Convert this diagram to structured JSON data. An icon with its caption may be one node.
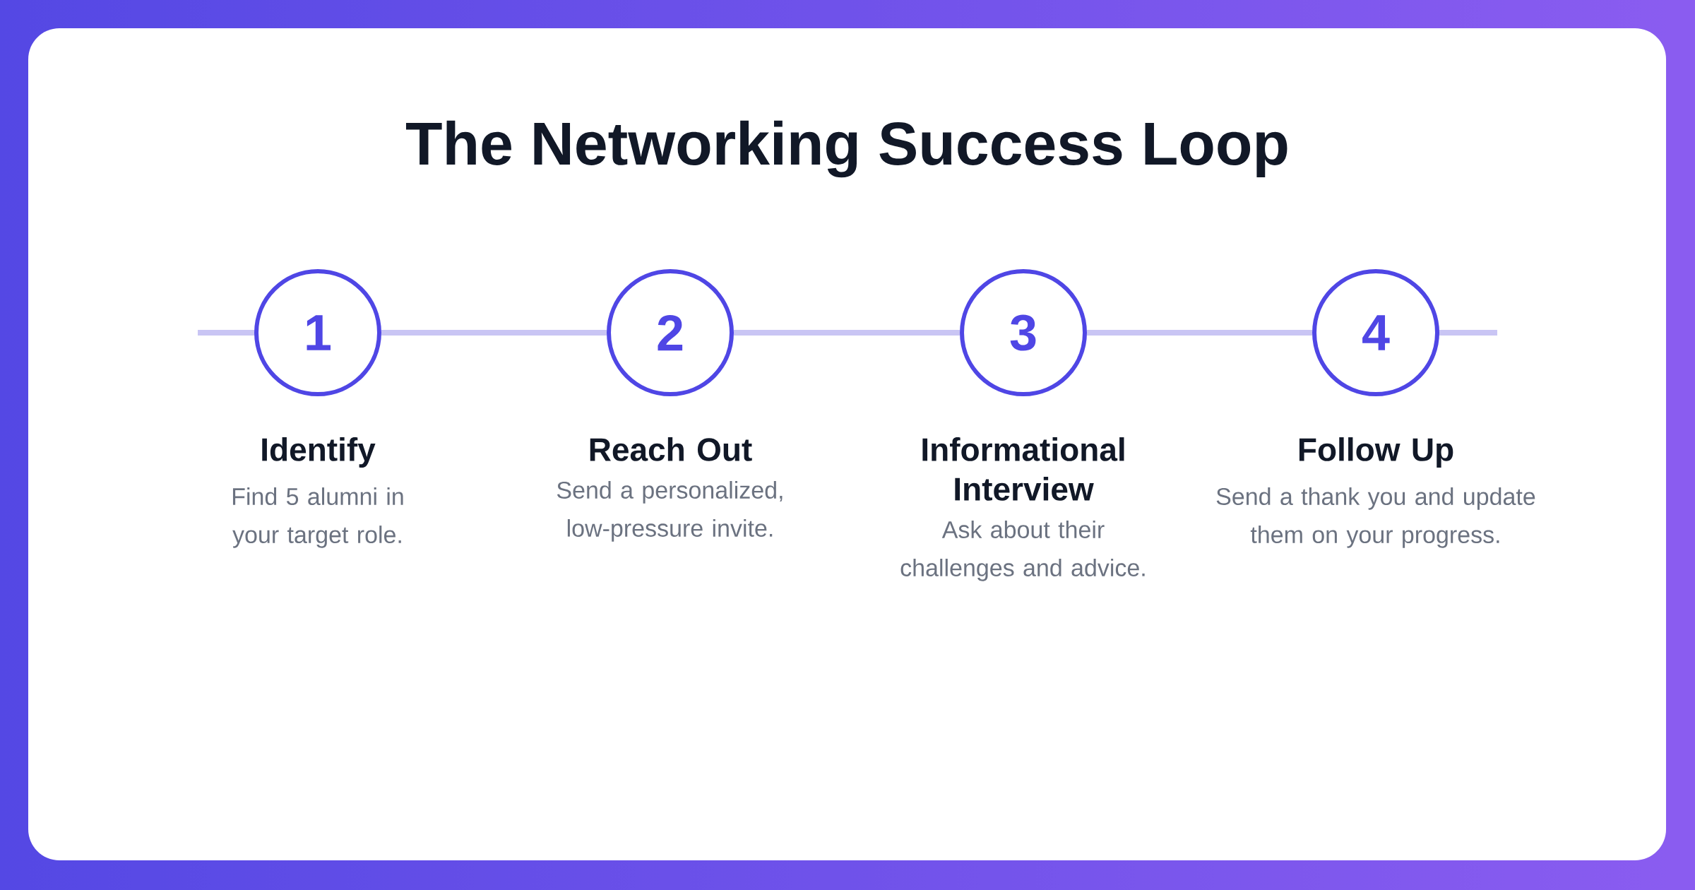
{
  "diagram": {
    "title": "The Networking Success Loop",
    "nodes": [
      {
        "text": [
          "1"
        ],
        "beside": [
          "Identify",
          "Find 5 alumni in your target role."
        ]
      },
      {
        "text": [
          "2"
        ],
        "beside": [
          "Reach Out",
          "Send a personalized, low-pressure invite."
        ]
      },
      {
        "text": [
          "3"
        ],
        "beside": [
          "Informational Interview",
          "Ask about their challenges and advice."
        ]
      },
      {
        "text": [
          "4"
        ],
        "beside": [
          "Follow Up",
          "Send a thank you and update them on your progress."
        ]
      }
    ],
    "edges": [
      {
        "from": 0,
        "to": 1,
        "arrow": "none"
      },
      {
        "from": 1,
        "to": 2,
        "arrow": "none"
      },
      {
        "from": 2,
        "to": 3,
        "arrow": "none"
      }
    ]
  }
}
